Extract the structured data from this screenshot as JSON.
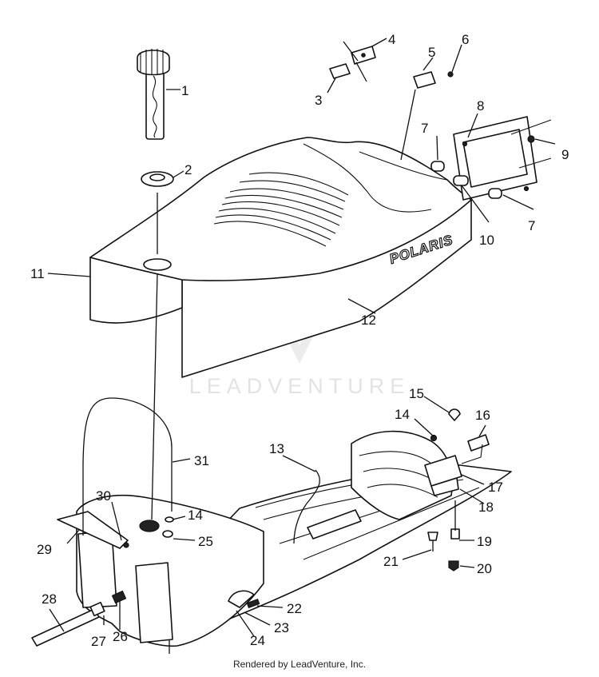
{
  "watermark": {
    "text": "LEADVENTURE"
  },
  "brand_decal": {
    "text": "POLARIS"
  },
  "credit": {
    "text": "Rendered by LeadVenture, Inc."
  },
  "callouts": [
    "1",
    "2",
    "3",
    "4",
    "5",
    "6",
    "7",
    "8",
    "9",
    "10",
    "7",
    "11",
    "12",
    "13",
    "14",
    "15",
    "16",
    "17",
    "18",
    "19",
    "20",
    "21",
    "22",
    "23",
    "24",
    "25",
    "26",
    "27",
    "28",
    "29",
    "30",
    "14",
    "31"
  ]
}
